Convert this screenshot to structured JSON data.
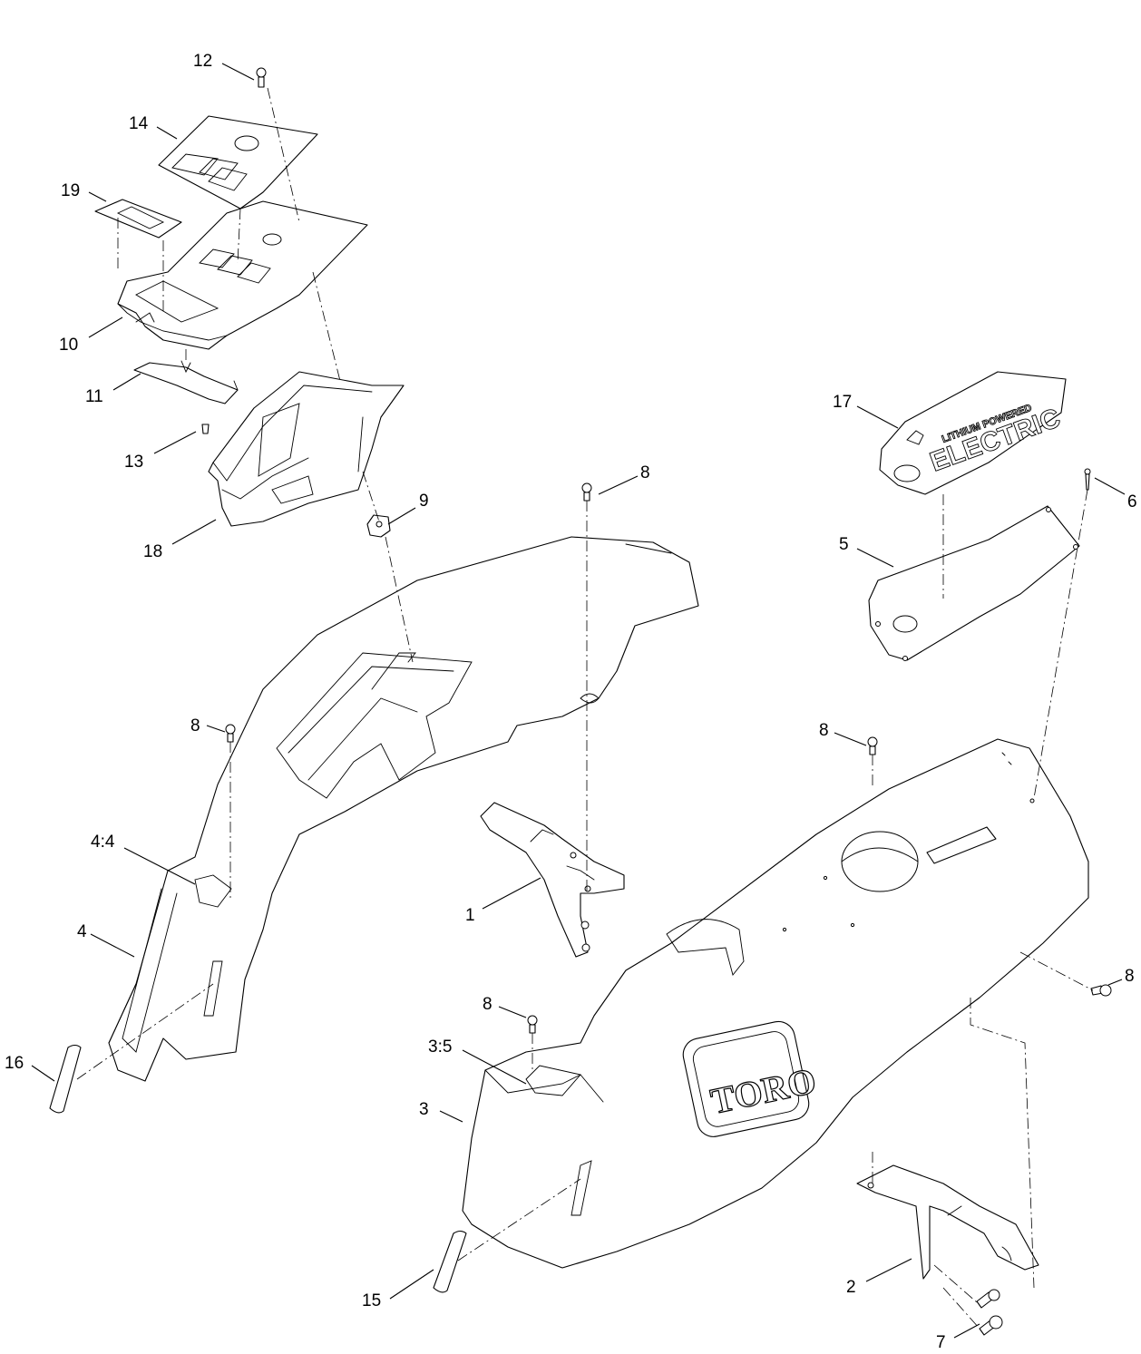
{
  "diagram": {
    "callouts": [
      {
        "id": "c12",
        "label": "12"
      },
      {
        "id": "c14",
        "label": "14"
      },
      {
        "id": "c19",
        "label": "19"
      },
      {
        "id": "c10",
        "label": "10"
      },
      {
        "id": "c11",
        "label": "11"
      },
      {
        "id": "c13",
        "label": "13"
      },
      {
        "id": "c18",
        "label": "18"
      },
      {
        "id": "c9",
        "label": "9"
      },
      {
        "id": "c8a",
        "label": "8"
      },
      {
        "id": "c17",
        "label": "17"
      },
      {
        "id": "c6",
        "label": "6"
      },
      {
        "id": "c5",
        "label": "5"
      },
      {
        "id": "c8b",
        "label": "8"
      },
      {
        "id": "c8c",
        "label": "8"
      },
      {
        "id": "c44",
        "label": "4:4"
      },
      {
        "id": "c4",
        "label": "4"
      },
      {
        "id": "c1",
        "label": "1"
      },
      {
        "id": "c8d",
        "label": "8"
      },
      {
        "id": "c8e",
        "label": "8"
      },
      {
        "id": "c35",
        "label": "3:5"
      },
      {
        "id": "c16",
        "label": "16"
      },
      {
        "id": "c3",
        "label": "3"
      },
      {
        "id": "c2",
        "label": "2"
      },
      {
        "id": "c15",
        "label": "15"
      },
      {
        "id": "c7",
        "label": "7"
      }
    ],
    "logo_text": "TORO",
    "decal_text": "ELECTRIC",
    "decal_subtext": "LITHIUM POWERED"
  }
}
